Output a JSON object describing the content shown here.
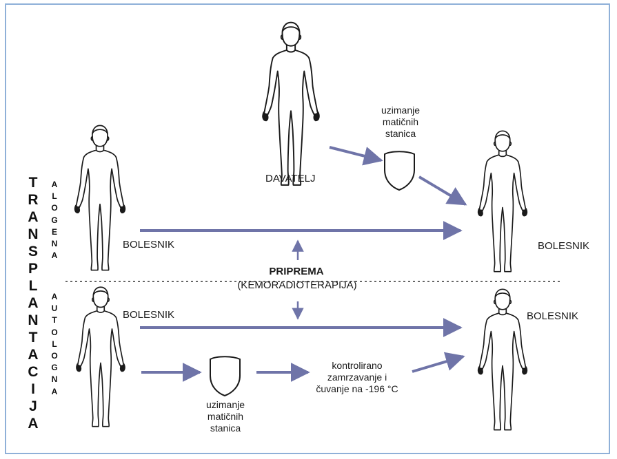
{
  "labels": {
    "donor": "DAVATELJ",
    "collection_top": "uzimanje\nmatičnih\nstanica",
    "patient_left_top": "BOLESNIK",
    "patient_right_top": "BOLESNIK",
    "patient_left_bottom": "BOLESNIK",
    "patient_right_bottom": "BOLESNIK",
    "preparation": "PRIPREMA",
    "preparation_detail": "(KEMORADIOTERAPIJA)",
    "freezing": "kontrolirano\nzamrzavanje i\nčuvanje na -196 °C",
    "collection_bottom": "uzimanje\nmatičnih\nstanica"
  },
  "vertical": {
    "transplantation": "TRANSPLANTACIJA",
    "allogeneic": "ALOGENA",
    "autologous": "AUTOLOGNA"
  },
  "colors": {
    "arrow": "#6f74a8",
    "figure": "#1a1a1a",
    "frame": "#8fb0d8"
  }
}
